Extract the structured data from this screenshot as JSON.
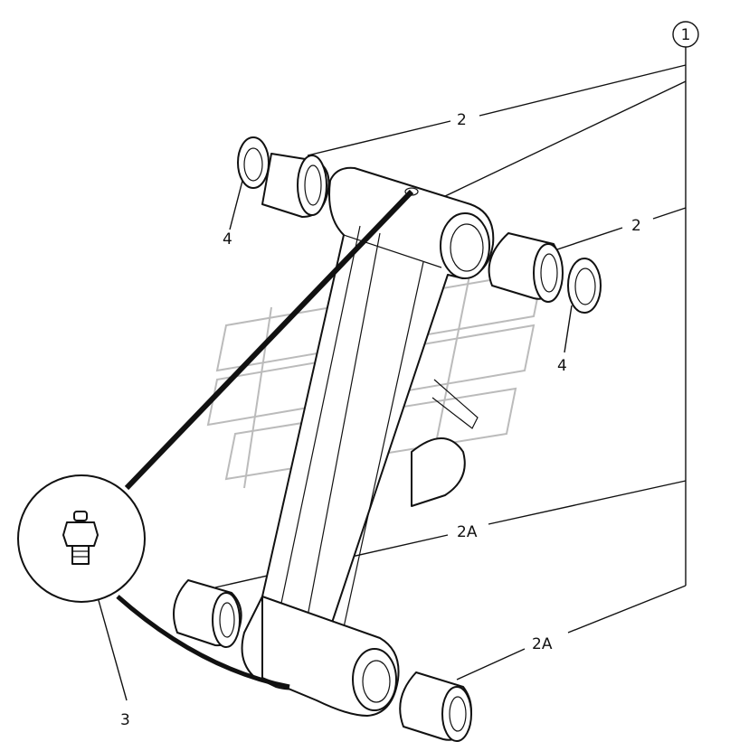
{
  "labels": {
    "callout_1": "1",
    "part_2_upper_left": "2",
    "part_2_upper_right": "2",
    "part_4_left": "4",
    "part_4_right": "4",
    "part_2A_middle": "2A",
    "part_2A_lower": "2A",
    "part_3": "3"
  },
  "colors": {
    "ink": "#111111",
    "paper": "#ffffff",
    "watermark": "#bbbbbb"
  }
}
